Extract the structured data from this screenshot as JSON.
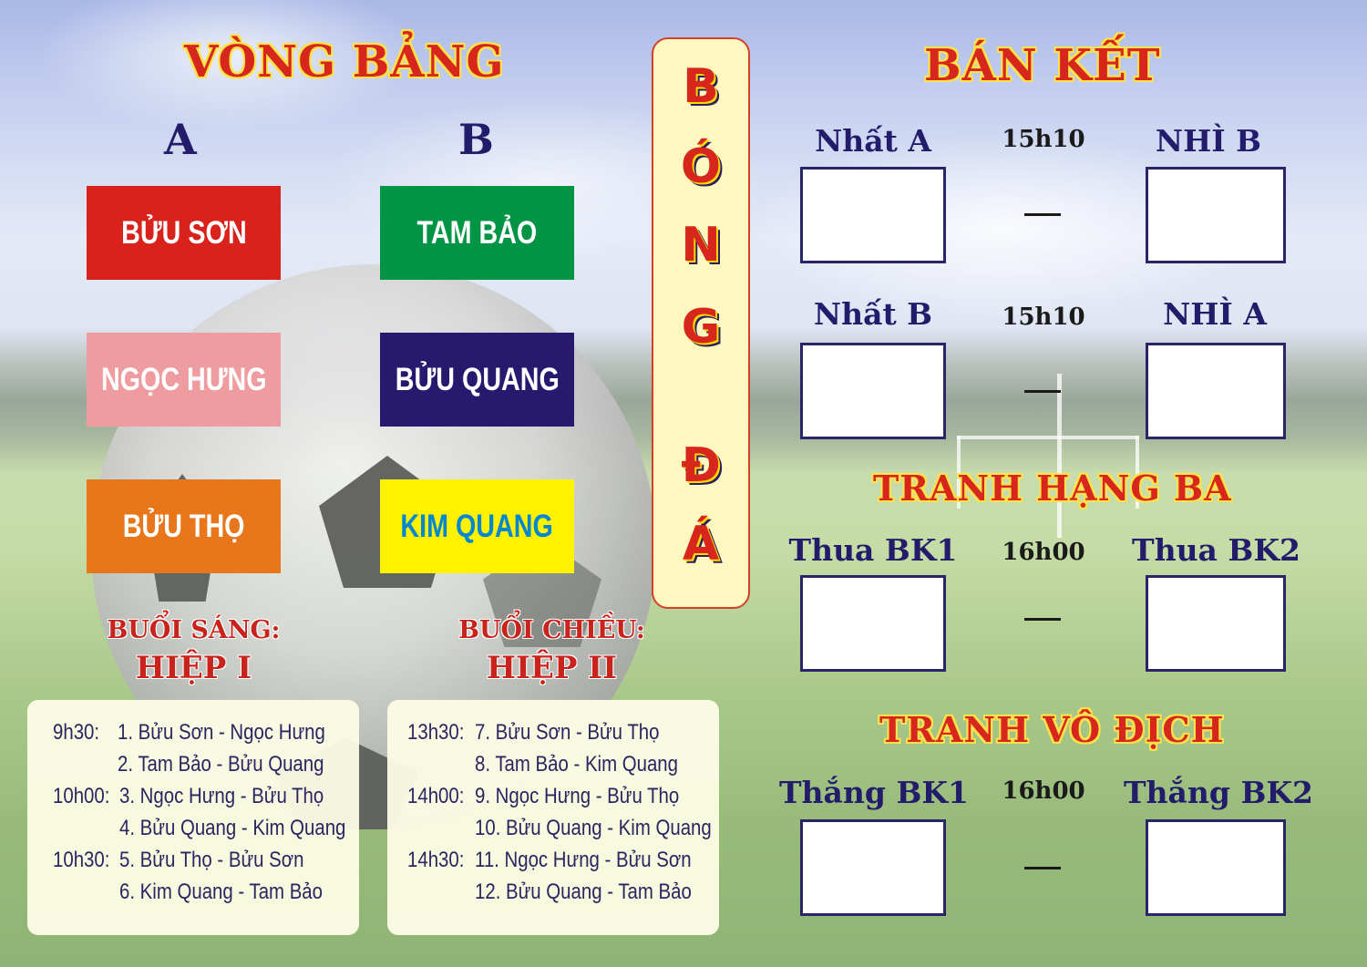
{
  "group_stage": {
    "title": "VÒNG BẢNG",
    "groups": [
      {
        "label": "A",
        "teams": [
          {
            "name": "BỬU SƠN",
            "bg": "#d9221c",
            "color": "#ffffff"
          },
          {
            "name": "NGỌC HƯNG",
            "bg": "#ef9ca0",
            "color": "#ffffff"
          },
          {
            "name": "BỬU THỌ",
            "bg": "#e8761b",
            "color": "#ffffff"
          }
        ]
      },
      {
        "label": "B",
        "teams": [
          {
            "name": "TAM BẢO",
            "bg": "#009444",
            "color": "#ffffff"
          },
          {
            "name": "BỬU QUANG",
            "bg": "#271a6e",
            "color": "#ffffff"
          },
          {
            "name": "KIM QUANG",
            "bg": "#fff200",
            "color": "#0087d0"
          }
        ]
      }
    ]
  },
  "banner": {
    "letters": [
      "B",
      "Ó",
      "N",
      "G",
      "Đ",
      "Á"
    ]
  },
  "sessions": [
    {
      "heading": "BUỔI SÁNG:",
      "half": "HIỆP I",
      "matches": [
        {
          "time": "9h30:",
          "match": "1. Bửu Sơn - Ngọc Hưng"
        },
        {
          "time": "",
          "match": "2. Tam Bảo - Bửu Quang"
        },
        {
          "time": "10h00:",
          "match": "3. Ngọc Hưng - Bửu Thọ"
        },
        {
          "time": "",
          "match": "4. Bửu Quang - Kim Quang"
        },
        {
          "time": "10h30:",
          "match": "5. Bửu Thọ - Bửu Sơn"
        },
        {
          "time": "",
          "match": "6. Kim Quang - Tam Bảo"
        }
      ]
    },
    {
      "heading": "BUỔI CHIỀU:",
      "half": "HIỆP II",
      "matches": [
        {
          "time": "13h30:",
          "match": "7.  Bửu Sơn - Bửu Thọ"
        },
        {
          "time": "",
          "match": "8.  Tam Bảo - Kim Quang"
        },
        {
          "time": "14h00:",
          "match": "9.  Ngọc Hưng - Bửu Thọ"
        },
        {
          "time": "",
          "match": "10. Bửu Quang - Kim Quang"
        },
        {
          "time": "14h30:",
          "match": "11. Ngọc Hưng - Bửu Sơn"
        },
        {
          "time": "",
          "match": "12. Bửu Quang - Tam Bảo"
        }
      ]
    }
  ],
  "knockout": {
    "semifinal_title": "BÁN KẾT",
    "third_place_title": "TRANH HẠNG BA",
    "final_title": "TRANH VÔ ĐỊCH",
    "matches": [
      {
        "left": "Nhất A",
        "time": "15h10",
        "right": "NHÌ B",
        "separator": "—",
        "left_score": "",
        "right_score": ""
      },
      {
        "left": "Nhất B",
        "time": "15h10",
        "right": "NHÌ A",
        "separator": "—",
        "left_score": "",
        "right_score": ""
      },
      {
        "left": "Thua BK1",
        "time": "16h00",
        "right": "Thua BK2",
        "separator": "—",
        "left_score": "",
        "right_score": ""
      },
      {
        "left": "Thắng BK1",
        "time": "16h00",
        "right": "Thắng BK2",
        "separator": "—",
        "left_score": "",
        "right_score": ""
      }
    ]
  },
  "colors": {
    "title_red": "#d7271c",
    "title_outline": "#ffe24a",
    "navy": "#231c6b",
    "banner_bg": "#fdf8c0",
    "schedule_bg": "#fdfde6"
  }
}
